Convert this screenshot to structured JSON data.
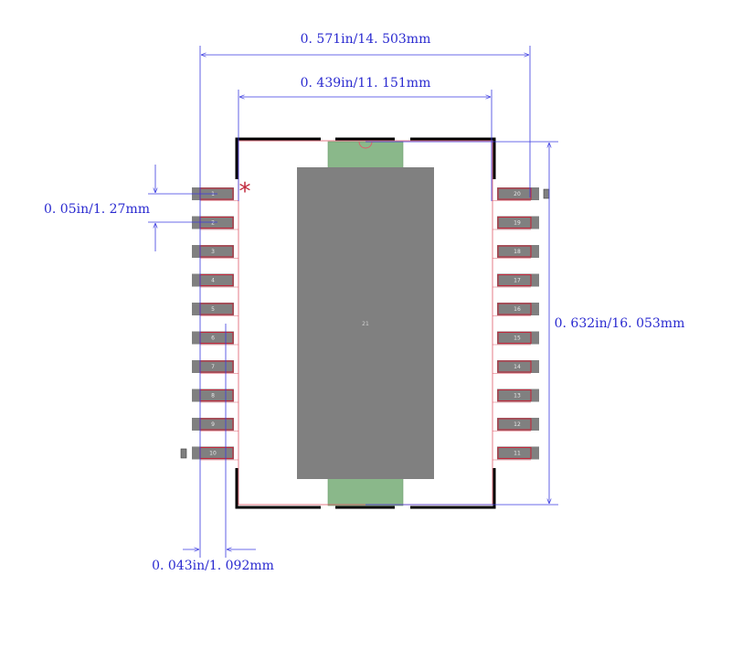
{
  "dimensions": {
    "overall_width": "0. 571in/14. 503mm",
    "body_width": "0. 439in/11. 151mm",
    "pitch": "0. 05in/1. 27mm",
    "height": "0. 632in/16. 053mm",
    "pad_width": "0. 043in/1. 092mm"
  },
  "pin1_marker": "*",
  "pins_left": [
    "1",
    "2",
    "3",
    "4",
    "5",
    "6",
    "7",
    "8",
    "9",
    "10"
  ],
  "pins_right": [
    "20",
    "19",
    "18",
    "17",
    "16",
    "15",
    "14",
    "13",
    "12",
    "11"
  ],
  "thermal_pad_label": "21",
  "colors": {
    "dimension": "#2a2ad0",
    "pad": "#808080",
    "pad_outline": "#c0283c",
    "tab": "#8ab88a",
    "silkscreen": "#000000",
    "pin1": "#c0283c"
  }
}
